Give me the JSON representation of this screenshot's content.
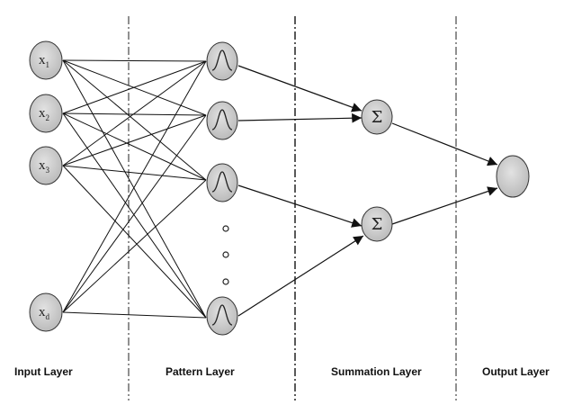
{
  "layers": {
    "input": "Input Layer",
    "pattern": "Pattern Layer",
    "summation": "Summation Layer",
    "output": "Output Layer"
  },
  "input_nodes": [
    {
      "symbol": "x",
      "subscript": "1"
    },
    {
      "symbol": "x",
      "subscript": "2"
    },
    {
      "symbol": "x",
      "subscript": "3"
    },
    {
      "symbol": "x",
      "subscript": "d"
    }
  ],
  "summation_symbol": "Σ",
  "colors": {
    "node_fill": "#c8c8c8",
    "node_stroke": "#333333",
    "line": "#111111"
  }
}
